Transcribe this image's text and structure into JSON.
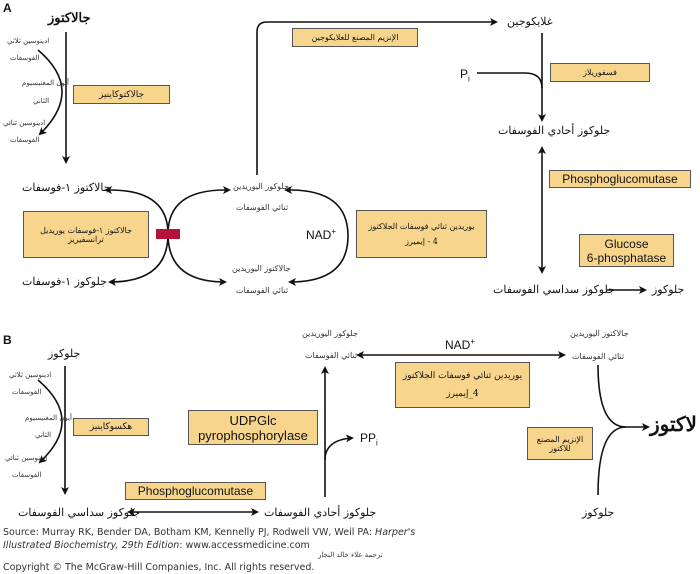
{
  "panel_a": {
    "label": "A",
    "galactose": "جالاكتوز",
    "atp": [
      "ادينوسين ثلاثي",
      "الفوسفات"
    ],
    "mg": [
      "أيون المغنيسيوم",
      "الثاني"
    ],
    "adp": [
      "ادينوسين ثنائي",
      "الفوسفات"
    ],
    "galactokinase": "جالاكتوكاينيز",
    "gal1p": "جالاكتوز ١-فوسفات",
    "transferase": "جالاكتوز ١-فوسفات يوريديل ترانسفيريز",
    "glc1p": "جلوكوز ١-فوسفات",
    "udpglc": [
      "جلوكوز اليوريدين",
      "ثنائي الفوسفات"
    ],
    "udpgal": [
      "جالاكتوز اليوريدين",
      "ثنائي الفوسفات"
    ],
    "nad": "NAD",
    "nad_sup": "+",
    "epimerase": [
      "يوريدين ثنائي فوسفات الجلاكتوز",
      "4 - إيميرز"
    ],
    "glycogen_synthase": "الإنزيم المصنع للغلايكوجين",
    "glycogen": "غلايكوجين",
    "pi": "P",
    "pi_sub": "i",
    "phosphorylase": "فسفوريلاز",
    "glc1p_b": "جلوكوز أحادي الفوسفات",
    "phosphoglucomutase": "Phosphoglucomutase",
    "g6pase": [
      "Glucose",
      "6-phosphatase"
    ],
    "glc6p": "جلوكوز سداسي الفوسفات",
    "glucose": "جلوكوز"
  },
  "panel_b": {
    "label": "B",
    "glucose": "جلوكوز",
    "atp": [
      "ادينوسين ثلاثي",
      "الفوسفات"
    ],
    "mg": [
      "أيون المغنيسيوم",
      "الثاني"
    ],
    "adp": [
      "ادينوسين ثنائي",
      "الفوسفات"
    ],
    "hexokinase": "هكسوكاينيز",
    "udpglc_pp": [
      "UDPGlc",
      "pyrophosphorylase"
    ],
    "ppi": "PP",
    "ppi_sub": "i",
    "udpglc": [
      "جلوكوز اليوريدين",
      "ثنائي الفوسفات"
    ],
    "nad": "NAD",
    "nad_sup": "+",
    "epimerase": [
      "يوريدين ثنائي فوسفات الجلاكتوز",
      "4_إيميرز"
    ],
    "udpgal": [
      "جالاكتوز اليوريدين",
      "ثنائي الفوسفات"
    ],
    "lactose_synthase": [
      "الإنزيم المصنع",
      "للاكتوز"
    ],
    "lactose": "لاكتوز",
    "glucose2": "جلوكوز",
    "phosphoglucomutase": "Phosphoglucomutase",
    "glc6p": "جلوكوز سداسي الفوسفات",
    "glc1p": "جلوكوز أحادي الفوسفات"
  },
  "footer": {
    "source1": "Source: Murray RK, Bender DA, Botham KM, Kennelly PJ, Rodwell VW, Weil PA: ",
    "source_title1": "Harper's",
    "source_title2": "Illustrated Biochemistry, 29th Edition",
    "source2": ": www.accessmedicine.com",
    "translator": "ترجمة علاء خالد النجار",
    "copyright": "Copyright © The McGraw-Hill Companies, Inc. All rights reserved."
  }
}
